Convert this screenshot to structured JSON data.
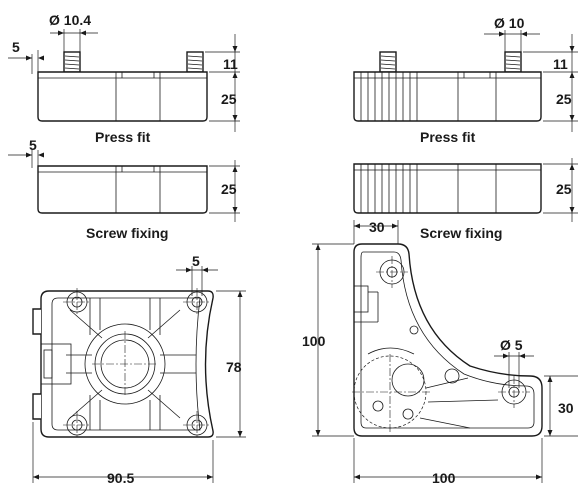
{
  "dimensions": {
    "pressfit_left_diameter": "Ø 10.4",
    "pressfit_left_offset": "5",
    "pressfit_left_pin": "11",
    "pressfit_left_height": "25",
    "pressfit_right_diameter": "Ø 10",
    "pressfit_right_pin": "11",
    "pressfit_right_height": "25",
    "screw_left_offset": "5",
    "screw_left_height": "25",
    "screw_right_height": "25",
    "plan_left_hole": "5",
    "plan_left_depth": "78",
    "plan_left_width": "90.5",
    "plan_right_top": "30",
    "plan_right_height": "100",
    "plan_right_diameter": "Ø 5",
    "plan_right_side": "30",
    "plan_right_width": "100"
  },
  "captions": {
    "press_fit_left": "Press fit",
    "press_fit_right": "Press fit",
    "screw_fixing_left": "Screw fixing",
    "screw_fixing_right": "Screw fixing"
  }
}
